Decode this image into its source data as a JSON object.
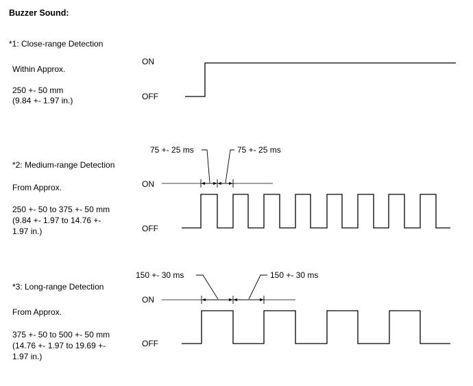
{
  "title": "Buzzer Sound:",
  "signal_states": {
    "on": "ON",
    "off": "OFF"
  },
  "close": {
    "heading": "*1: Close-range Detection",
    "approx": "Within Approx.",
    "range_line1": "250 +- 50 mm",
    "range_line2": "(9.84 +- 1.97 in.)"
  },
  "medium": {
    "heading": "*2: Medium-range Detection",
    "approx": "From Approx.",
    "range_line1": "250 +- 50 to 375 +- 50 mm",
    "range_line2": "(9.84 +- 1.97 to 14.76 +-",
    "range_line3": "1.97 in.)",
    "on_time": "75 +- 25 ms",
    "off_time": "75 +- 25 ms"
  },
  "long": {
    "heading": "*3: Long-range Detection",
    "approx": "From Approx.",
    "range_line1": "375 +- 50 to 500 +- 50 mm",
    "range_line2": "(14.76 +- 1.97 to 19.69 +-",
    "range_line3": "1.97 in.)",
    "on_time": "150 +- 30 ms",
    "off_time": "150 +- 30 ms"
  }
}
